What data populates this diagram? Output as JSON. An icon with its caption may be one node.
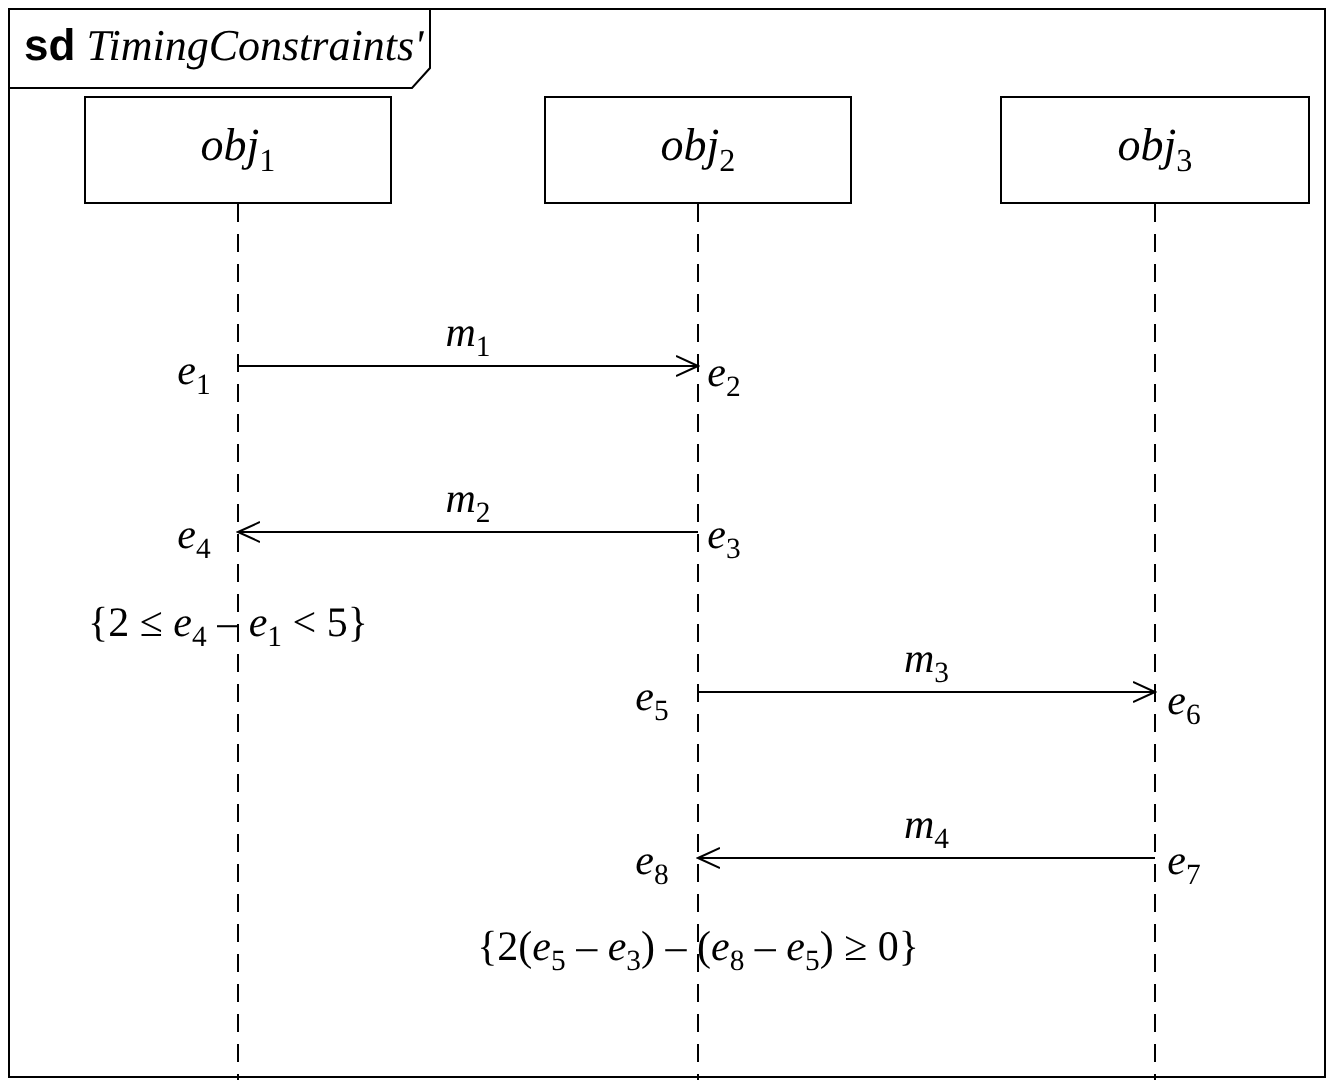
{
  "diagram": {
    "title": "**sd** *TimingConstraints'*",
    "nodes": [
      {
        "text": [
          "*obj*$_{1}$"
        ]
      },
      {
        "text": [
          "*obj*$_{2}$"
        ]
      },
      {
        "text": [
          "*obj*$_{3}$"
        ]
      }
    ],
    "edges": [
      {
        "from": 0,
        "to": 1,
        "arrow": "to",
        "label": "*m*$_{1}$"
      },
      {
        "from": 1,
        "to": 0,
        "arrow": "to",
        "label": "*m*$_{2}$"
      },
      {
        "from": 1,
        "to": 2,
        "arrow": "to",
        "label": "*m*$_{3}$"
      },
      {
        "from": 2,
        "to": 1,
        "arrow": "to",
        "label": "*m*$_{4}$"
      }
    ],
    "labels": [
      "*e*$_{1}$",
      "*e*$_{2}$",
      "*e*$_{4}$",
      "*e*$_{3}$",
      "{2 ≤ *e*$_{4}$ – *e*$_{1}$ < 5}",
      "*e*$_{5}$",
      "*e*$_{6}$",
      "*e*$_{8}$",
      "*e*$_{7}$",
      "{2(*e*$_{5}$ – *e*$_{3}$) – (*e*$_{8}$ – *e*$_{5}$) ≥ 0}"
    ]
  }
}
